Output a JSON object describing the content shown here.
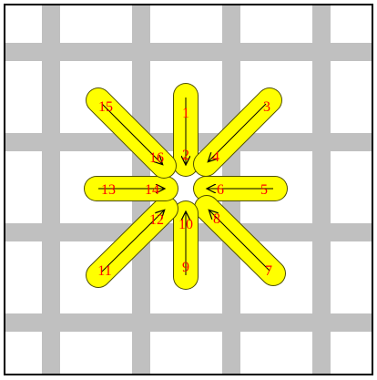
{
  "diagram": {
    "colors": {
      "background": "#ffffff",
      "frame": "#000000",
      "grid_thread": "#c0c0c0",
      "petal_fill": "#ffff00",
      "petal_stroke": "#4d4d00",
      "arrow": "#000000",
      "numbers": "#ff0000"
    },
    "petals": [
      {
        "name": "petal-top",
        "start_label": "1",
        "end_label": "2"
      },
      {
        "name": "petal-top-right",
        "start_label": "3",
        "end_label": "4"
      },
      {
        "name": "petal-right",
        "start_label": "5",
        "end_label": "6"
      },
      {
        "name": "petal-bottom-right",
        "start_label": "7",
        "end_label": "8"
      },
      {
        "name": "petal-bottom",
        "start_label": "9",
        "end_label": "10"
      },
      {
        "name": "petal-bottom-left",
        "start_label": "11",
        "end_label": "12"
      },
      {
        "name": "petal-left",
        "start_label": "13",
        "end_label": "14"
      },
      {
        "name": "petal-top-left",
        "start_label": "15",
        "end_label": "16"
      }
    ]
  }
}
